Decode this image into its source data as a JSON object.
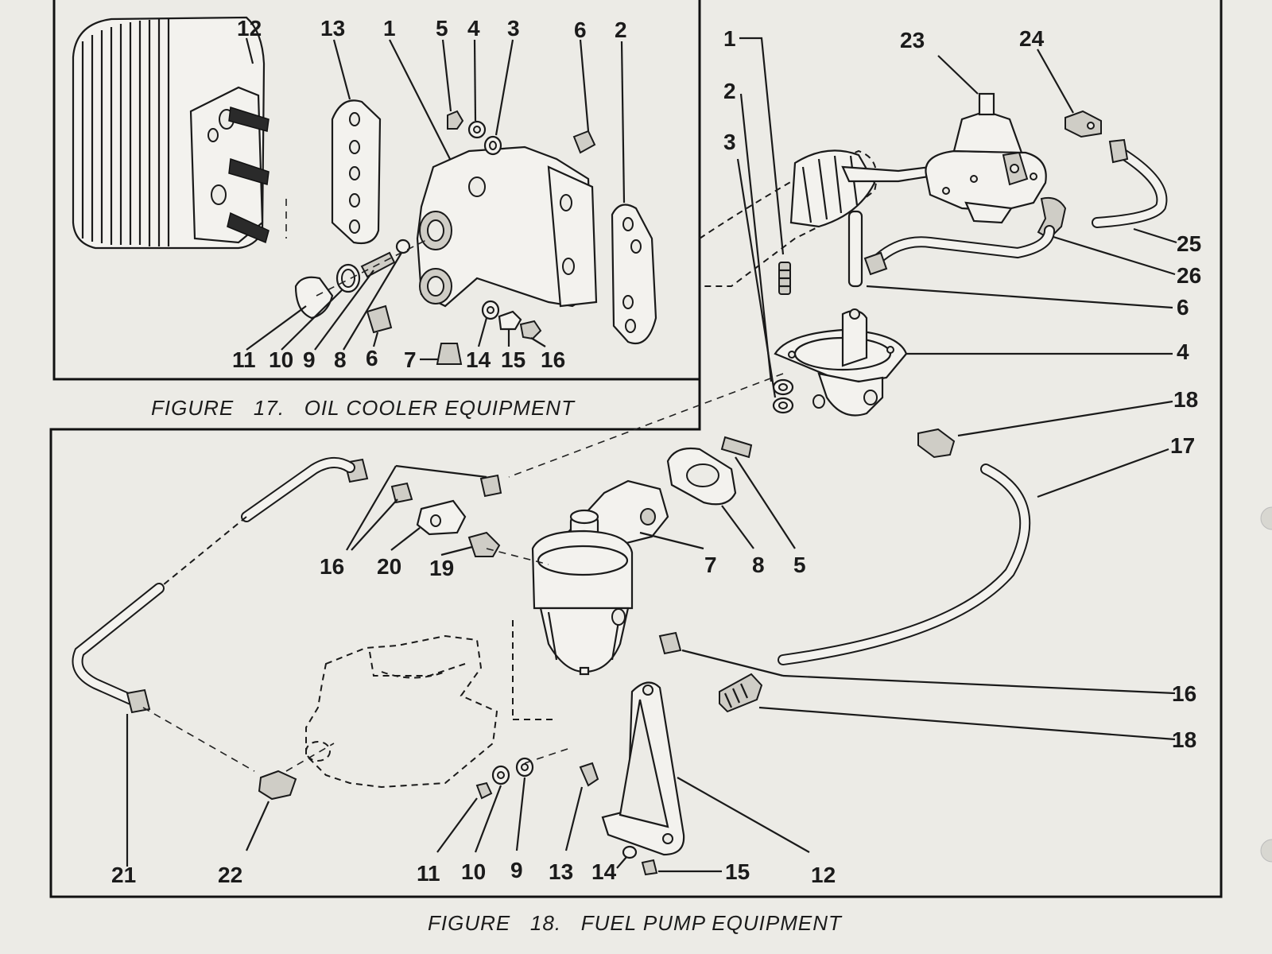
{
  "figure17": {
    "caption": "FIGURE   17.   OIL COOLER EQUIPMENT",
    "labels": [
      "12",
      "13",
      "1",
      "5",
      "4",
      "3",
      "6",
      "2",
      "11",
      "10",
      "9",
      "8",
      "6",
      "7",
      "14",
      "15",
      "16"
    ]
  },
  "figure_fuel_top": {
    "labels": [
      "1",
      "2",
      "3",
      "23",
      "24",
      "25",
      "26",
      "6",
      "4",
      "18",
      "17"
    ]
  },
  "figure18": {
    "caption": "FIGURE   18.   FUEL PUMP EQUIPMENT",
    "labels": [
      "16",
      "20",
      "19",
      "7",
      "8",
      "5",
      "16",
      "18",
      "21",
      "22",
      "11",
      "10",
      "9",
      "13",
      "14",
      "15",
      "12"
    ]
  }
}
